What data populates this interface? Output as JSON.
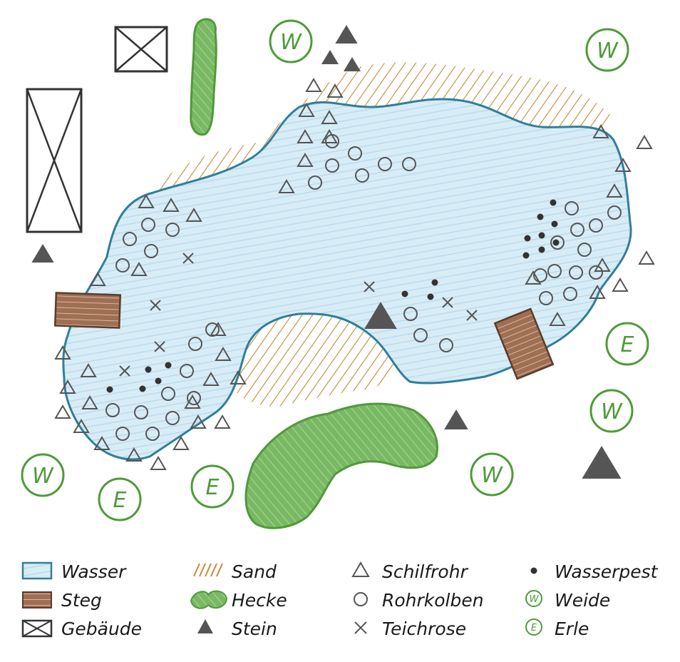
{
  "legend": {
    "water": "Wasser",
    "jetty": "Steg",
    "building": "Gebäude",
    "sand": "Sand",
    "hedge": "Hecke",
    "stone": "Stein",
    "reed": "Schilfrohr",
    "cattail": "Rohrkolben",
    "waterlily": "Teichrose",
    "waterweed": "Wasserpest",
    "willow": "Weide",
    "alder": "Erle"
  },
  "tree_letters": {
    "willow": "W",
    "alder": "E"
  },
  "colors": {
    "water_fill": "#cfe6f3",
    "water_outline": "#2f7f9a",
    "sand": "#c48a3a",
    "hedge": "#5fa64a",
    "jetty": "#9b6a4e",
    "symbol": "#555555",
    "tree": "#4f9a3a"
  }
}
